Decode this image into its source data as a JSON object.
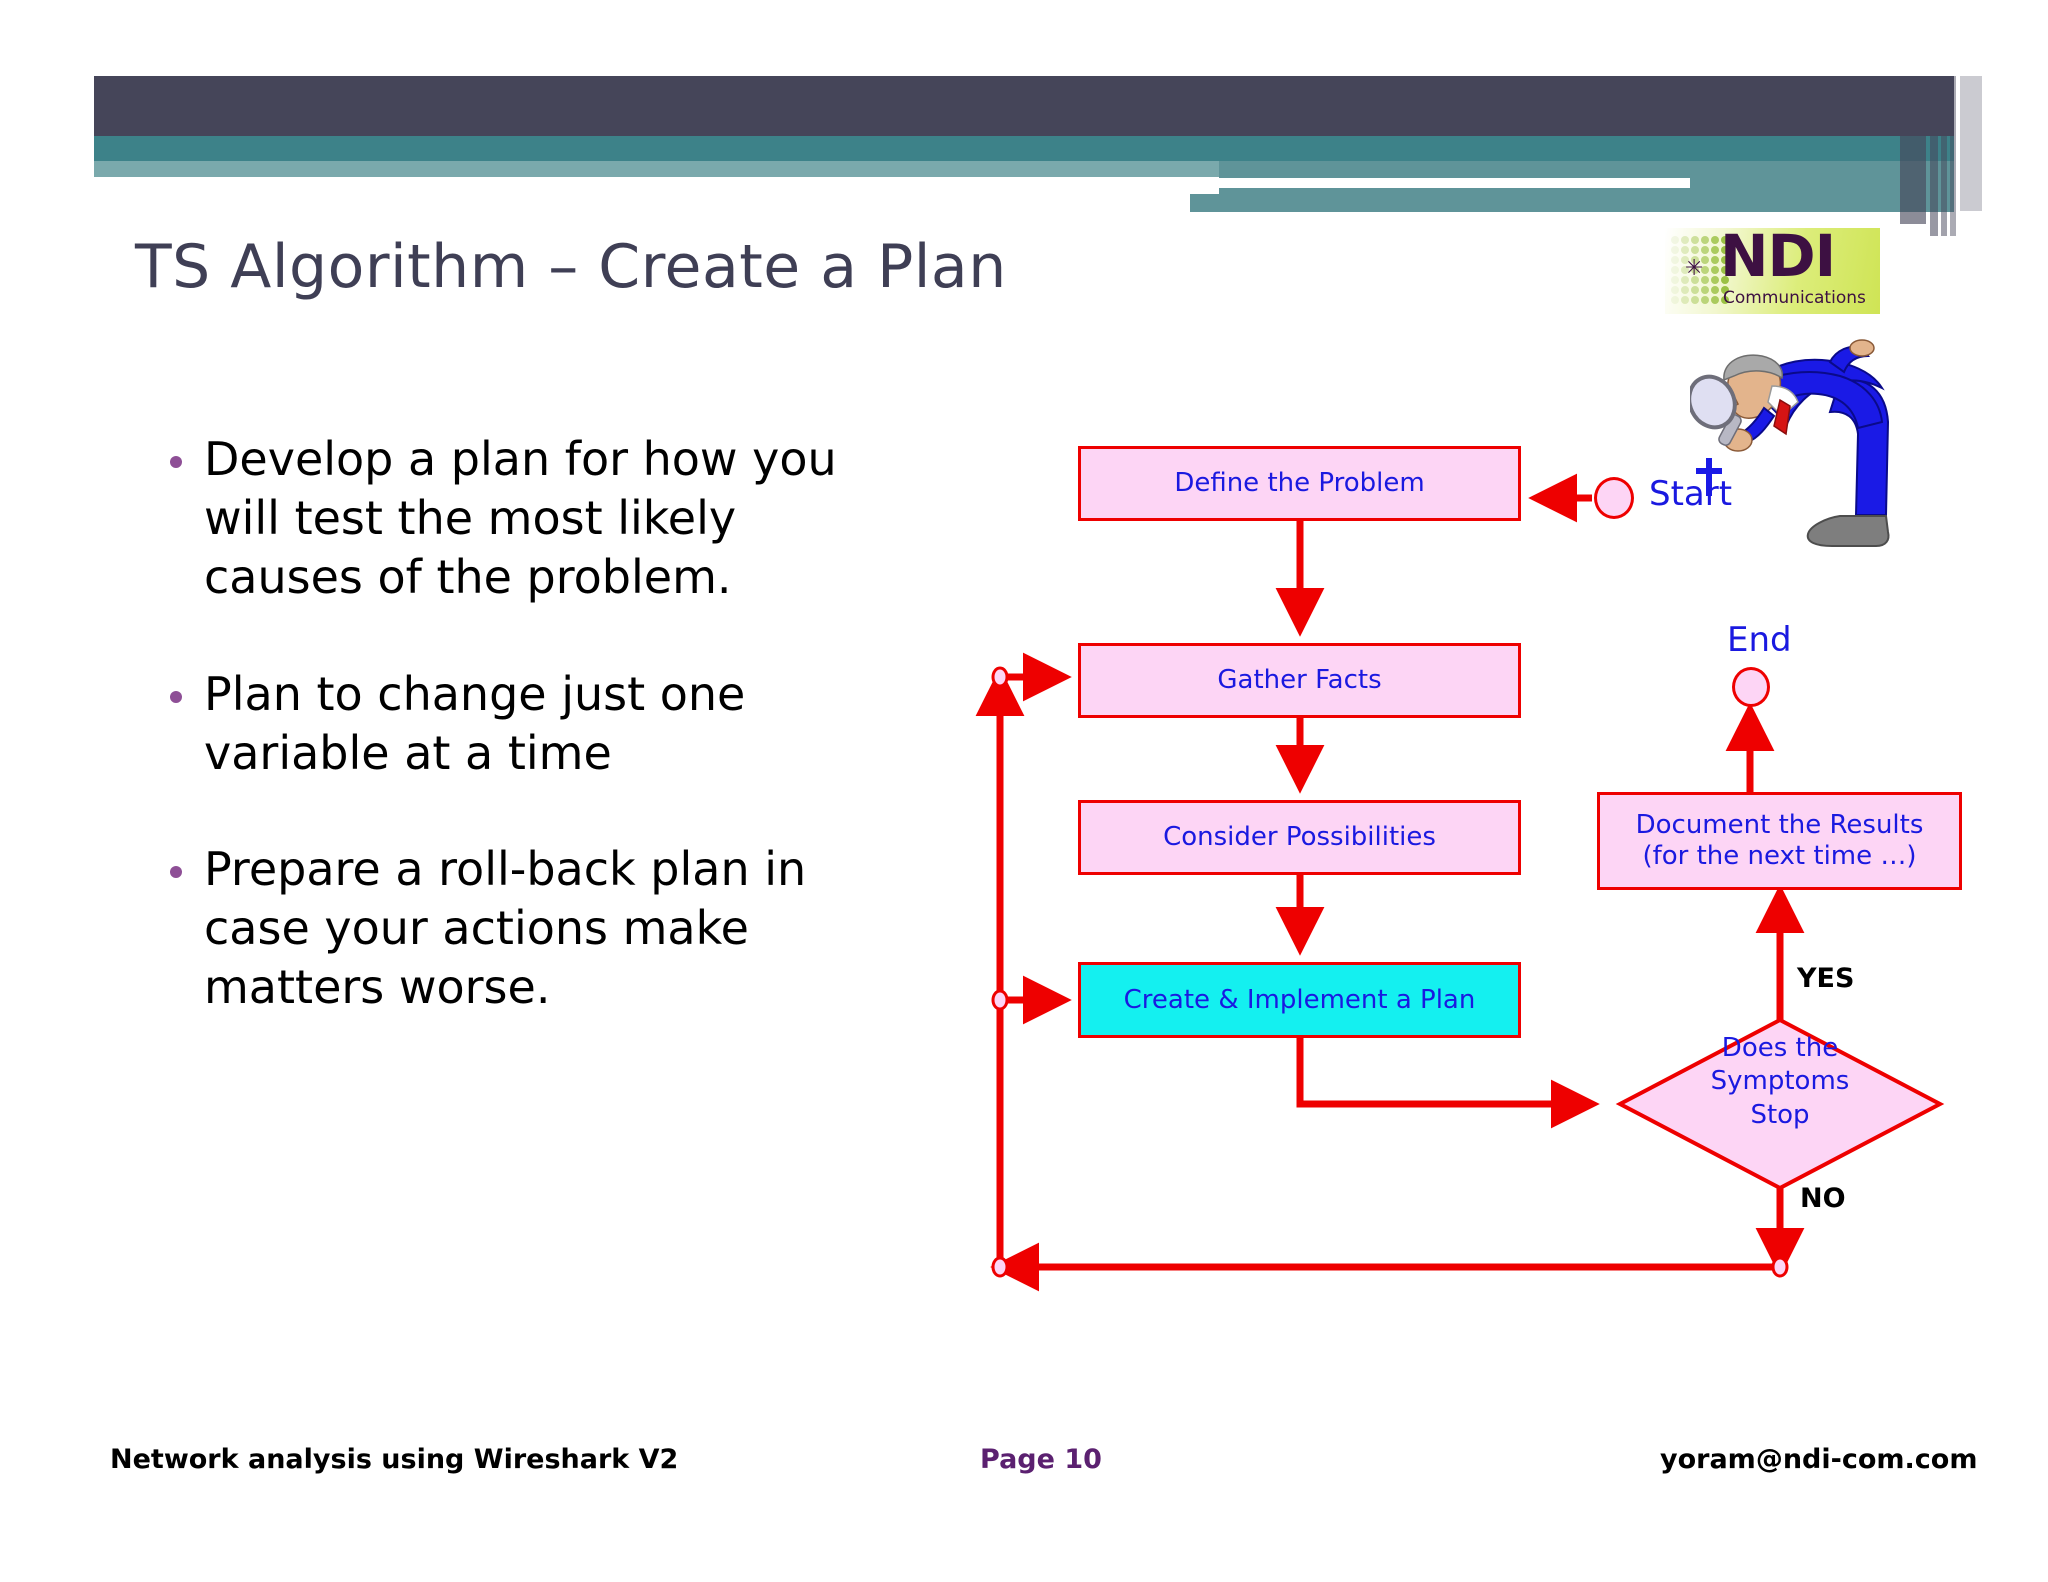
{
  "slide": {
    "title": "TS Algorithm – Create a Plan"
  },
  "logo": {
    "name": "NDI",
    "tagline": "Communications",
    "star_glyph": "✳",
    "bg_start": "#ffffff",
    "bg_end": "#cfe455",
    "text_color": "#3d1042"
  },
  "bullets": [
    {
      "text": "Develop a plan for how you will test the most likely causes of the problem."
    },
    {
      "text": "Plan to change just one variable at a time"
    },
    {
      "text": "Prepare a roll-back plan in case your actions make matters worse."
    }
  ],
  "flowchart": {
    "type": "flowchart",
    "node_fill": "#fdd5f5",
    "node_highlight_fill": "#14f0f0",
    "node_border": "#ee0000",
    "node_text_color": "#1a19e0",
    "connector_color": "#ee0000",
    "nodes": [
      {
        "id": "start",
        "shape": "terminator",
        "label": "Start"
      },
      {
        "id": "define",
        "shape": "process",
        "label": "Define the Problem"
      },
      {
        "id": "gather",
        "shape": "process",
        "label": "Gather Facts"
      },
      {
        "id": "consider",
        "shape": "process",
        "label": "Consider Possibilities"
      },
      {
        "id": "create",
        "shape": "process",
        "label": "Create & Implement a Plan",
        "highlight": true
      },
      {
        "id": "decision",
        "shape": "decision",
        "label_line1": "Does the",
        "label_line2": "Symptoms",
        "label_line3": "Stop"
      },
      {
        "id": "document",
        "shape": "process",
        "label_line1": "Document the Results",
        "label_line2": "(for the next time …)"
      },
      {
        "id": "end",
        "shape": "terminator",
        "label": "End"
      }
    ],
    "edges": [
      {
        "from": "start",
        "to": "define",
        "label": ""
      },
      {
        "from": "define",
        "to": "gather",
        "label": ""
      },
      {
        "from": "gather",
        "to": "consider",
        "label": ""
      },
      {
        "from": "consider",
        "to": "create",
        "label": ""
      },
      {
        "from": "create",
        "to": "decision",
        "label": ""
      },
      {
        "from": "decision",
        "to": "document",
        "label": "YES"
      },
      {
        "from": "document",
        "to": "end",
        "label": ""
      },
      {
        "from": "decision",
        "to": "gather",
        "label": "NO"
      },
      {
        "from": "decision",
        "to": "create",
        "label": "NO"
      }
    ],
    "branch_labels": {
      "yes": "YES",
      "no": "NO"
    }
  },
  "clipart": {
    "detective": "detective-with-magnifying-glass"
  },
  "footer": {
    "left": "Network analysis using Wireshark V2",
    "center": "Page 10",
    "right": "yoram@ndi-com.com",
    "center_color": "#5b2070"
  }
}
